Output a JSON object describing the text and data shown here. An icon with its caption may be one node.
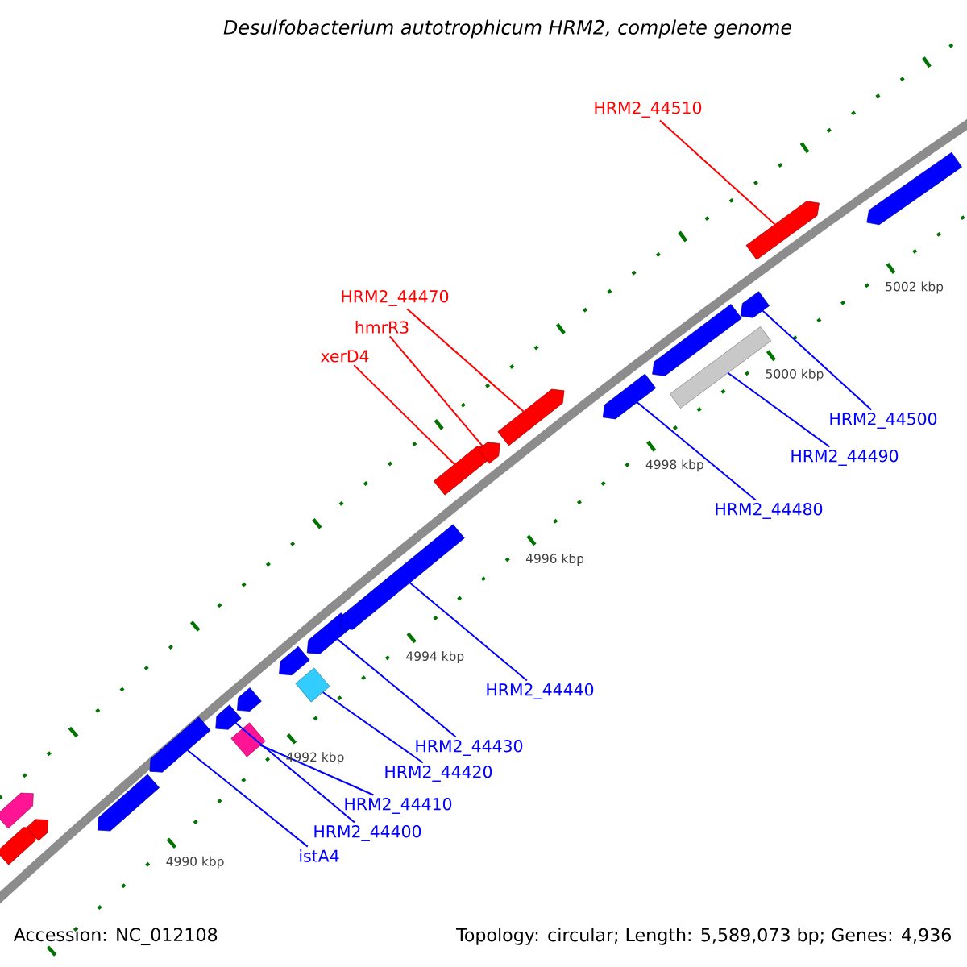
{
  "diagram": {
    "title": "Desulfobacterium autotrophicum HRM2, complete genome",
    "nodes": [
      {
        "text": [
          "HRM2_44510"
        ]
      },
      {
        "text": [
          "HRM2_44470"
        ]
      },
      {
        "text": [
          "hmrR3"
        ]
      },
      {
        "text": [
          "xerD4"
        ]
      },
      {
        "text": [
          "HRM2_44500"
        ]
      },
      {
        "text": [
          "HRM2_44490"
        ]
      },
      {
        "text": [
          "HRM2_44480"
        ]
      },
      {
        "text": [
          "HRM2_44440"
        ]
      },
      {
        "text": [
          "HRM2_44430"
        ]
      },
      {
        "text": [
          "HRM2_44420"
        ]
      },
      {
        "text": [
          "HRM2_44410"
        ]
      },
      {
        "text": [
          "HRM2_44400"
        ]
      },
      {
        "text": [
          "istA4"
        ]
      },
      {
        "text": [],
        "shape": "arrow"
      },
      {
        "text": [],
        "shape": "arrow"
      },
      {
        "text": [],
        "shape": "arrow"
      },
      {
        "text": [],
        "shape": "arrow"
      },
      {
        "text": [],
        "shape": "arrow"
      },
      {
        "text": [],
        "shape": "arrow"
      },
      {
        "text": [],
        "shape": "diamond"
      },
      {
        "text": [],
        "shape": "arrow"
      },
      {
        "text": [],
        "shape": "arrow"
      },
      {
        "text": [],
        "shape": "diamond"
      },
      {
        "text": [],
        "shape": "arrow"
      },
      {
        "text": [],
        "shape": "arrow"
      },
      {
        "text": [],
        "shape": "arrow"
      },
      {
        "text": [],
        "shape": "arrow"
      },
      {
        "text": [],
        "shape": "arrow"
      },
      {
        "text": [],
        "shape": "arrow"
      },
      {
        "text": [],
        "shape": "arrow"
      },
      {
        "text": [],
        "shape": "bar"
      },
      {
        "text": [],
        "shape": "arrow"
      },
      {
        "text": [],
        "shape": "arrow"
      },
      {
        "text": [],
        "shape": "arrow"
      }
    ],
    "edges": [
      {
        "from": 12,
        "to": 17,
        "arrow": "none"
      },
      {
        "from": 11,
        "to": 18,
        "arrow": "none"
      },
      {
        "from": 10,
        "to": 19,
        "arrow": "none"
      },
      {
        "from": 9,
        "to": 22,
        "arrow": "none"
      },
      {
        "from": 8,
        "to": 23,
        "arrow": "none"
      },
      {
        "from": 7,
        "to": 24,
        "arrow": "none"
      },
      {
        "from": 3,
        "to": 25,
        "arrow": "none",
        "color": "#ff0000"
      },
      {
        "from": 2,
        "to": 26,
        "arrow": "none",
        "color": "#ff0000"
      },
      {
        "from": 1,
        "to": 27,
        "arrow": "none",
        "color": "#ff0000"
      },
      {
        "from": 6,
        "to": 28,
        "arrow": "none"
      },
      {
        "from": 5,
        "to": 30,
        "arrow": "none"
      },
      {
        "from": 4,
        "to": 31,
        "arrow": "none"
      },
      {
        "from": 0,
        "to": 32,
        "arrow": "none",
        "color": "#ff0000"
      }
    ],
    "labels": [
      "4990 kbp",
      "4992 kbp",
      "4994 kbp",
      "4996 kbp",
      "4998 kbp",
      "5000 kbp",
      "5002 kbp",
      "Accession: NC_012108",
      "Topology: circular; Length: 5,589,073 bp; Genes: 4,936"
    ]
  }
}
